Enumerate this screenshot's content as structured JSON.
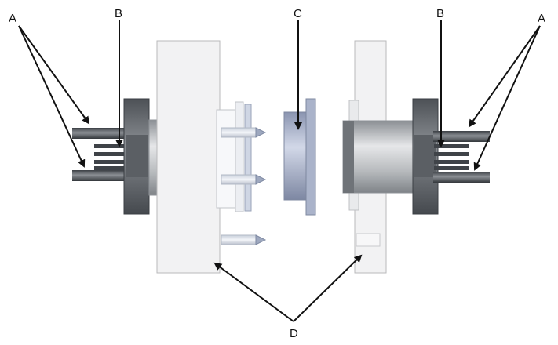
{
  "labels": {
    "a_left": "A",
    "b_left": "B",
    "c": "C",
    "b_right": "B",
    "a_right": "A",
    "d": "D"
  },
  "colors": {
    "housing": "#f0f0f0",
    "outline": "#b8b8b8",
    "dark_metal": "#6a6e73",
    "mid_metal": "#9a9ea3",
    "blue_part": "#a9b2c9",
    "arrow": "#111111"
  }
}
